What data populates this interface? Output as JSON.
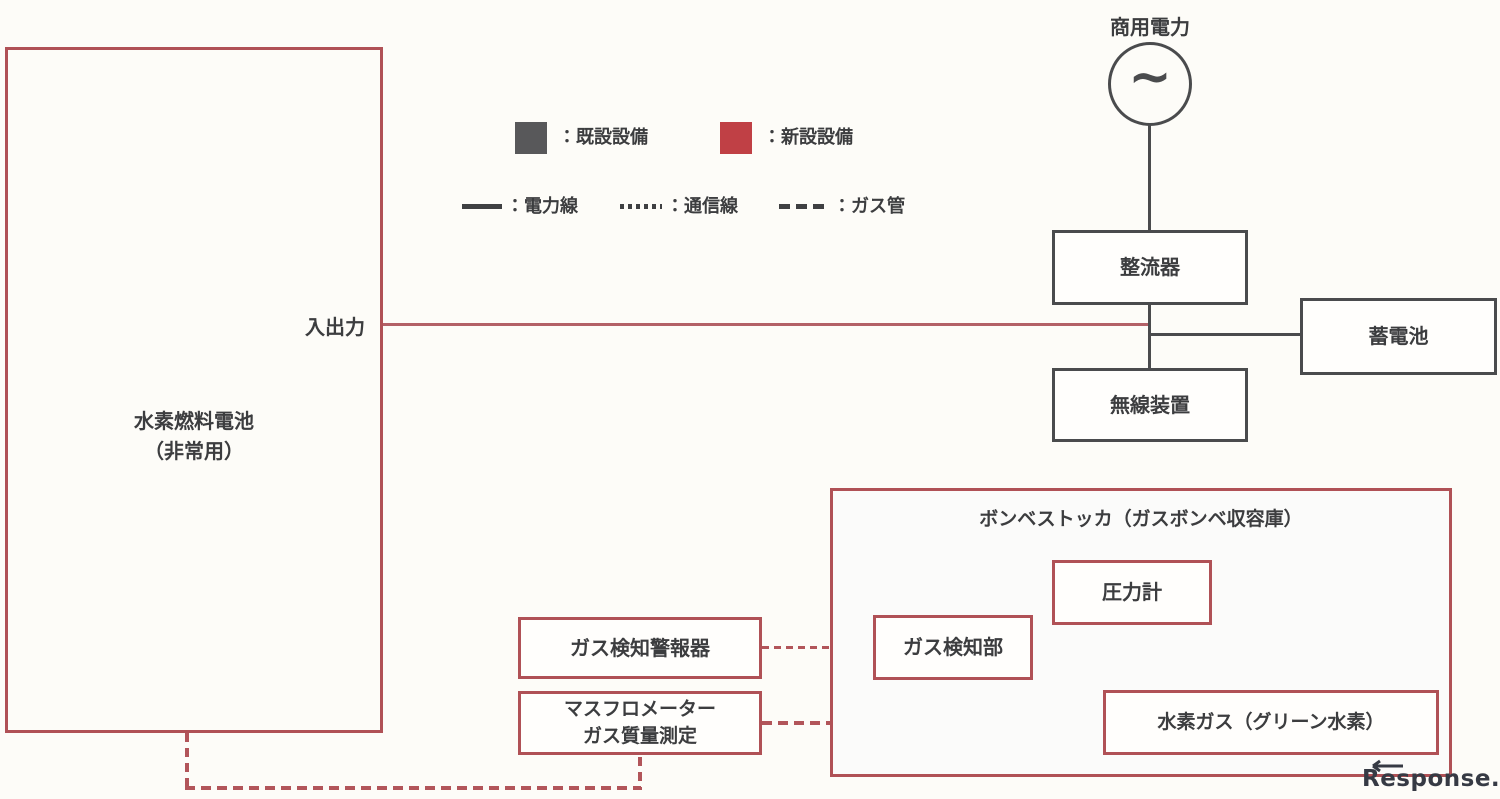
{
  "diagram": {
    "commercial_power": {
      "label": "商用電力",
      "ac_symbol": "~"
    },
    "rectifier": {
      "label": "整流器"
    },
    "wireless_device": {
      "label": "無線装置"
    },
    "storage_battery": {
      "label": "蓄電池"
    },
    "fuel_cell": {
      "name_line1": "水素燃料電池",
      "name_line2": "（非常用）",
      "io_label": "入出力"
    },
    "gas_alarm": {
      "label": "ガス検知警報器"
    },
    "mass_flow_meter": {
      "label_line1": "マスフロメーター",
      "label_line2": "ガス質量測定"
    },
    "cylinder_stocker": {
      "title": "ボンベストッカ（ガスボンベ収容庫）"
    },
    "pressure_gauge": {
      "label": "圧力計"
    },
    "gas_detector": {
      "label": "ガス検知部"
    },
    "hydrogen_gas": {
      "label": "水素ガス（グリーン水素）"
    }
  },
  "legend": {
    "existing_equipment": {
      "label": "：既設設備",
      "color": "#58585a"
    },
    "new_equipment": {
      "label": "：新設設備",
      "color": "#c04045"
    },
    "power_line": {
      "label": "：電力線"
    },
    "communication_line": {
      "label": "：通信線"
    },
    "gas_pipe": {
      "label": "：ガス管"
    }
  },
  "watermark": {
    "text": "Response."
  },
  "colors": {
    "background": "#fdfcf8",
    "new_equipment_border": "#b05156",
    "existing_equipment_border": "#4a4b4d",
    "power_line_red": "#b36167",
    "dashed_red": "#b2555a",
    "text": "#3c3d3f"
  }
}
